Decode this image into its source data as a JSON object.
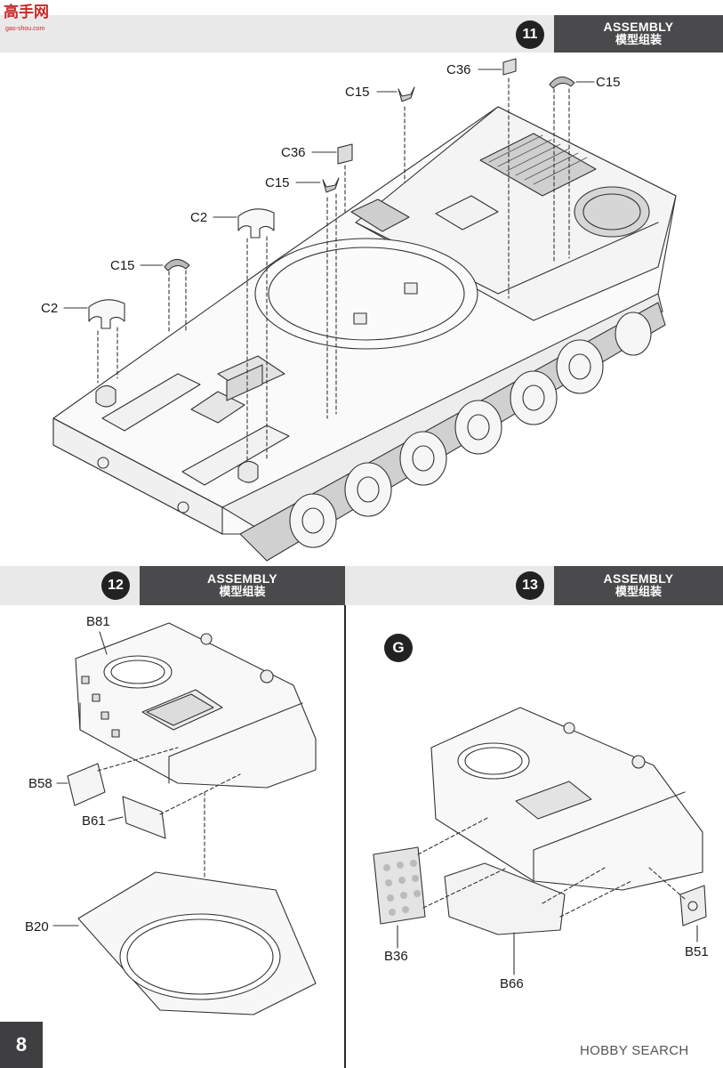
{
  "logo": {
    "text": "高手网",
    "url": "gao-shou.com"
  },
  "steps": [
    {
      "number": "11",
      "title_en": "ASSEMBLY",
      "title_zh": "模型组装"
    },
    {
      "number": "12",
      "title_en": "ASSEMBLY",
      "title_zh": "模型组装"
    },
    {
      "number": "13",
      "title_en": "ASSEMBLY",
      "title_zh": "模型组装"
    }
  ],
  "step11_labels": {
    "c36_top": "C36",
    "c15_top_left": "C15",
    "c15_top_right": "C15",
    "c36_mid": "C36",
    "c15_mid": "C15",
    "c2_upper": "C2",
    "c15_left": "C15",
    "c2_left": "C2"
  },
  "step12_labels": {
    "b81": "B81",
    "b58": "B58",
    "b61": "B61",
    "b20": "B20"
  },
  "step13_labels": {
    "sub": "G",
    "b36": "B36",
    "b66": "B66",
    "b51": "B51"
  },
  "page_number": "8",
  "watermark": "HOBBY SEARCH"
}
